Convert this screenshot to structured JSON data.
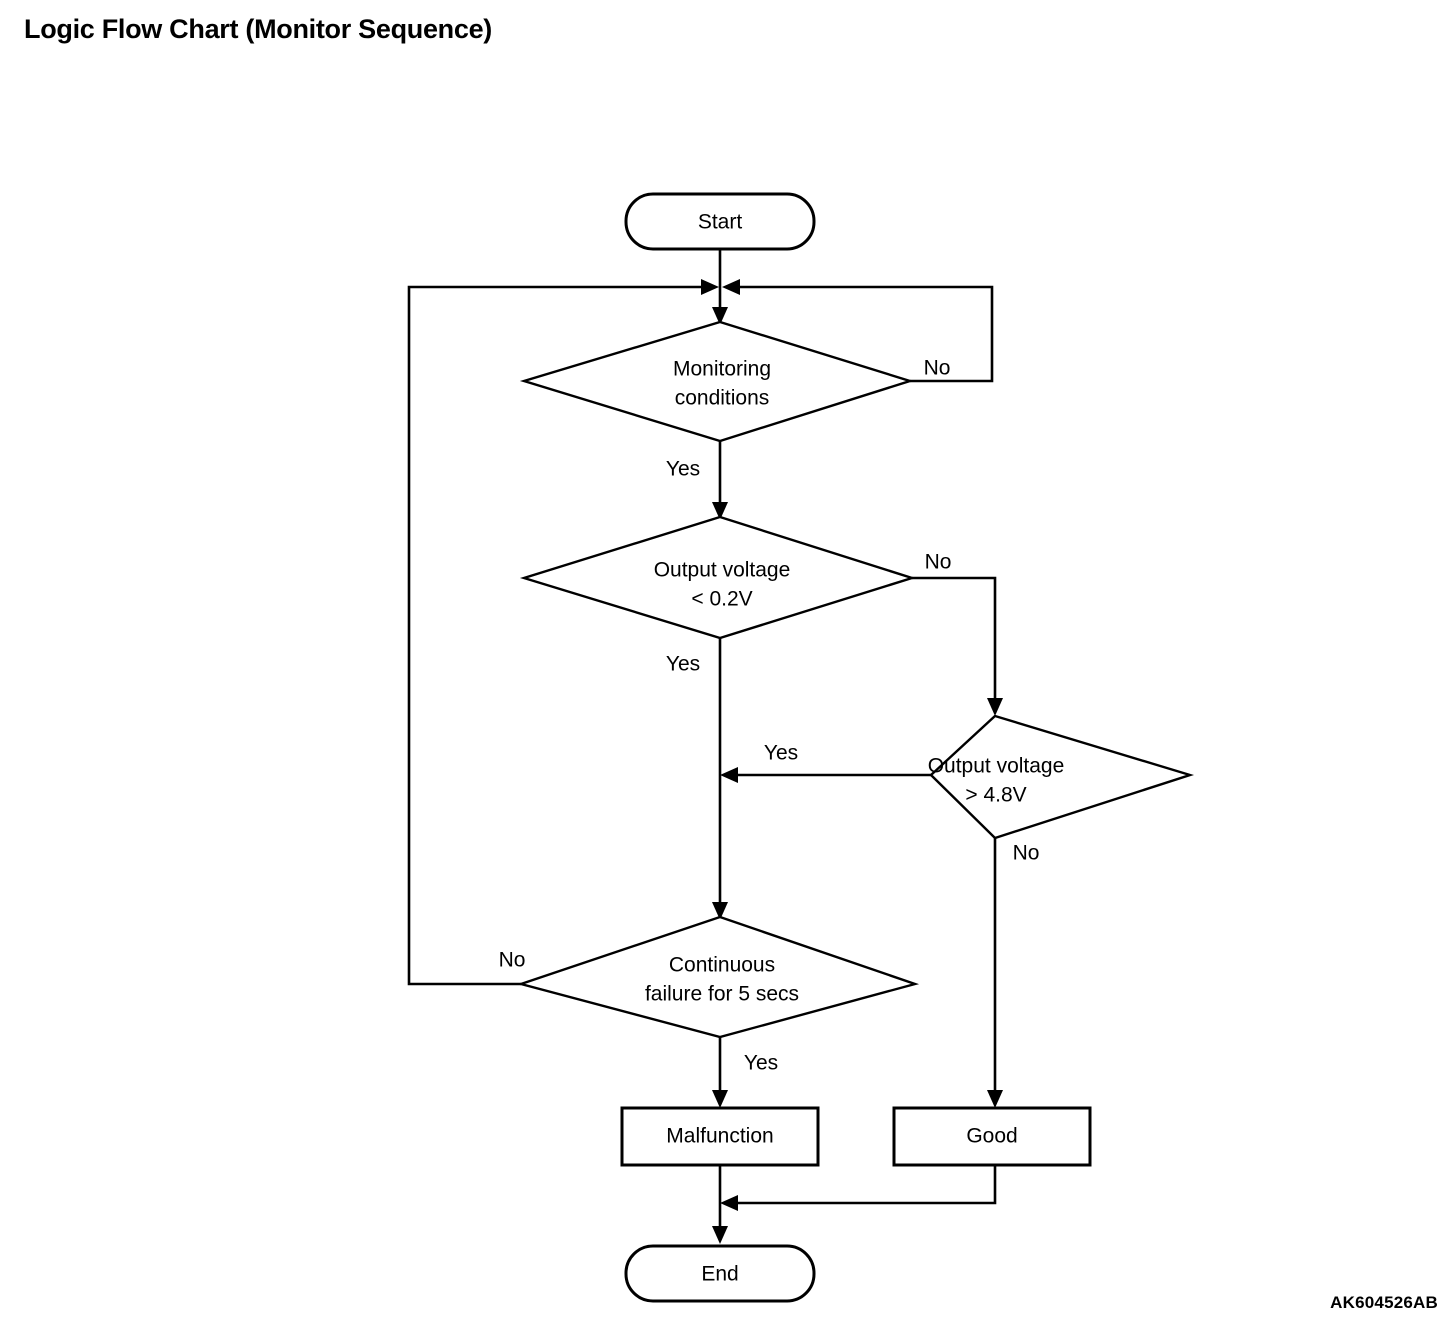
{
  "page": {
    "title": "Logic Flow Chart (Monitor Sequence)",
    "figure_id": "AK604526AB",
    "background_color": "#ffffff",
    "line_color": "#000000"
  },
  "chart_data": {
    "type": "diagram",
    "diagram_kind": "flowchart",
    "title": "Logic Flow Chart (Monitor Sequence)",
    "nodes": [
      {
        "id": "start",
        "shape": "terminator",
        "label": "Start"
      },
      {
        "id": "monitoring",
        "shape": "decision",
        "label_line1": "Monitoring",
        "label_line2": "conditions"
      },
      {
        "id": "vlow",
        "shape": "decision",
        "label_line1": "Output voltage",
        "label_line2": "< 0.2V"
      },
      {
        "id": "vhigh",
        "shape": "decision",
        "label_line1": "Output voltage",
        "label_line2": "> 4.8V"
      },
      {
        "id": "contfail",
        "shape": "decision",
        "label_line1": "Continuous",
        "label_line2": "failure for 5 secs"
      },
      {
        "id": "malfunction",
        "shape": "process",
        "label": "Malfunction"
      },
      {
        "id": "good",
        "shape": "process",
        "label": "Good"
      },
      {
        "id": "end",
        "shape": "terminator",
        "label": "End"
      }
    ],
    "edges": [
      {
        "from": "start",
        "to": "monitoring",
        "label": ""
      },
      {
        "from": "monitoring",
        "to": "vlow",
        "label": "Yes"
      },
      {
        "from": "monitoring",
        "to": "monitoring",
        "label": "No"
      },
      {
        "from": "vlow",
        "to": "contfail",
        "label": "Yes"
      },
      {
        "from": "vlow",
        "to": "vhigh",
        "label": "No"
      },
      {
        "from": "vhigh",
        "to": "contfail",
        "label": "Yes"
      },
      {
        "from": "vhigh",
        "to": "good",
        "label": "No"
      },
      {
        "from": "contfail",
        "to": "malfunction",
        "label": "Yes"
      },
      {
        "from": "contfail",
        "to": "monitoring",
        "label": "No"
      },
      {
        "from": "malfunction",
        "to": "end",
        "label": ""
      },
      {
        "from": "good",
        "to": "end",
        "label": ""
      }
    ]
  },
  "labels": {
    "start": "Start",
    "monitoring_l1": "Monitoring",
    "monitoring_l2": "conditions",
    "monitoring_no": "No",
    "monitoring_yes": "Yes",
    "vlow_l1": "Output voltage",
    "vlow_l2": "< 0.2V",
    "vlow_no": "No",
    "vlow_yes": "Yes",
    "vhigh_l1": "Output voltage",
    "vhigh_l2": "> 4.8V",
    "vhigh_yes": "Yes",
    "vhigh_no": "No",
    "contfail_l1": "Continuous",
    "contfail_l2": "failure for 5 secs",
    "contfail_no": "No",
    "contfail_yes": "Yes",
    "malfunction": "Malfunction",
    "good": "Good",
    "end": "End"
  }
}
